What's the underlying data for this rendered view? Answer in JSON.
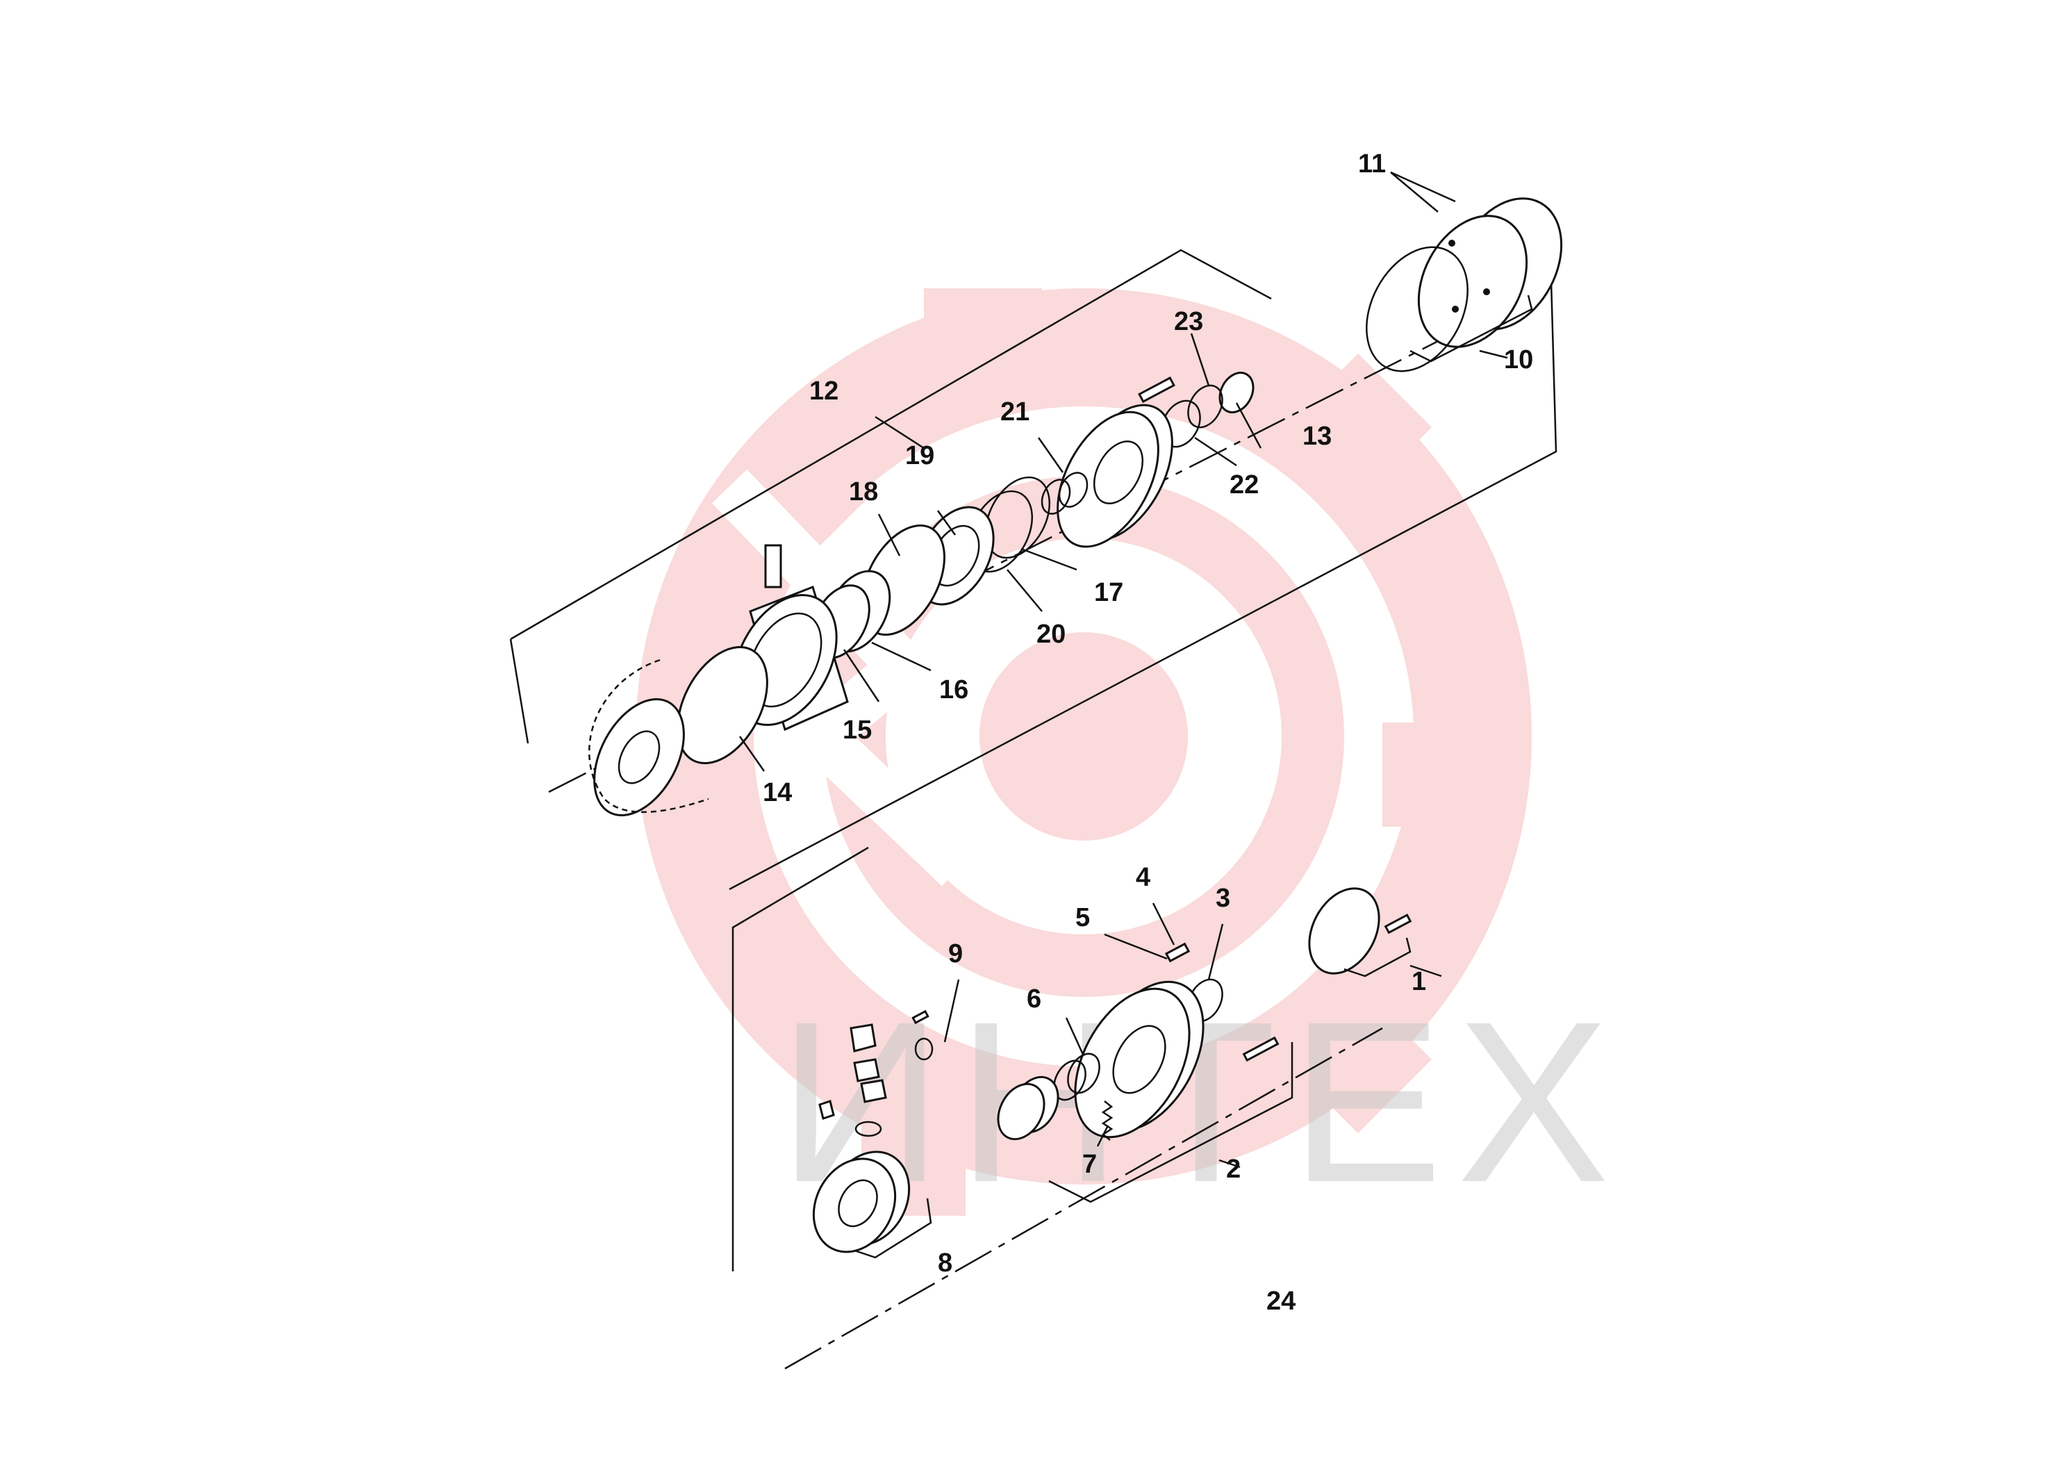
{
  "figure_number": "24",
  "watermark": {
    "text": "ИНТЕХ",
    "gear_color": "#f3a9a9",
    "text_color": "#c8c8c8"
  },
  "callouts": [
    {
      "id": "c1",
      "label": "1"
    },
    {
      "id": "c2",
      "label": "2"
    },
    {
      "id": "c3",
      "label": "3"
    },
    {
      "id": "c4",
      "label": "4"
    },
    {
      "id": "c5",
      "label": "5"
    },
    {
      "id": "c6",
      "label": "6"
    },
    {
      "id": "c7",
      "label": "7"
    },
    {
      "id": "c8",
      "label": "8"
    },
    {
      "id": "c9",
      "label": "9"
    },
    {
      "id": "c10",
      "label": "10"
    },
    {
      "id": "c11",
      "label": "11"
    },
    {
      "id": "c12",
      "label": "12"
    },
    {
      "id": "c13",
      "label": "13"
    },
    {
      "id": "c14",
      "label": "14"
    },
    {
      "id": "c15",
      "label": "15"
    },
    {
      "id": "c16",
      "label": "16"
    },
    {
      "id": "c17",
      "label": "17"
    },
    {
      "id": "c18",
      "label": "18"
    },
    {
      "id": "c19",
      "label": "19"
    },
    {
      "id": "c20",
      "label": "20"
    },
    {
      "id": "c21",
      "label": "21"
    },
    {
      "id": "c22",
      "label": "22"
    },
    {
      "id": "c23",
      "label": "23"
    }
  ]
}
